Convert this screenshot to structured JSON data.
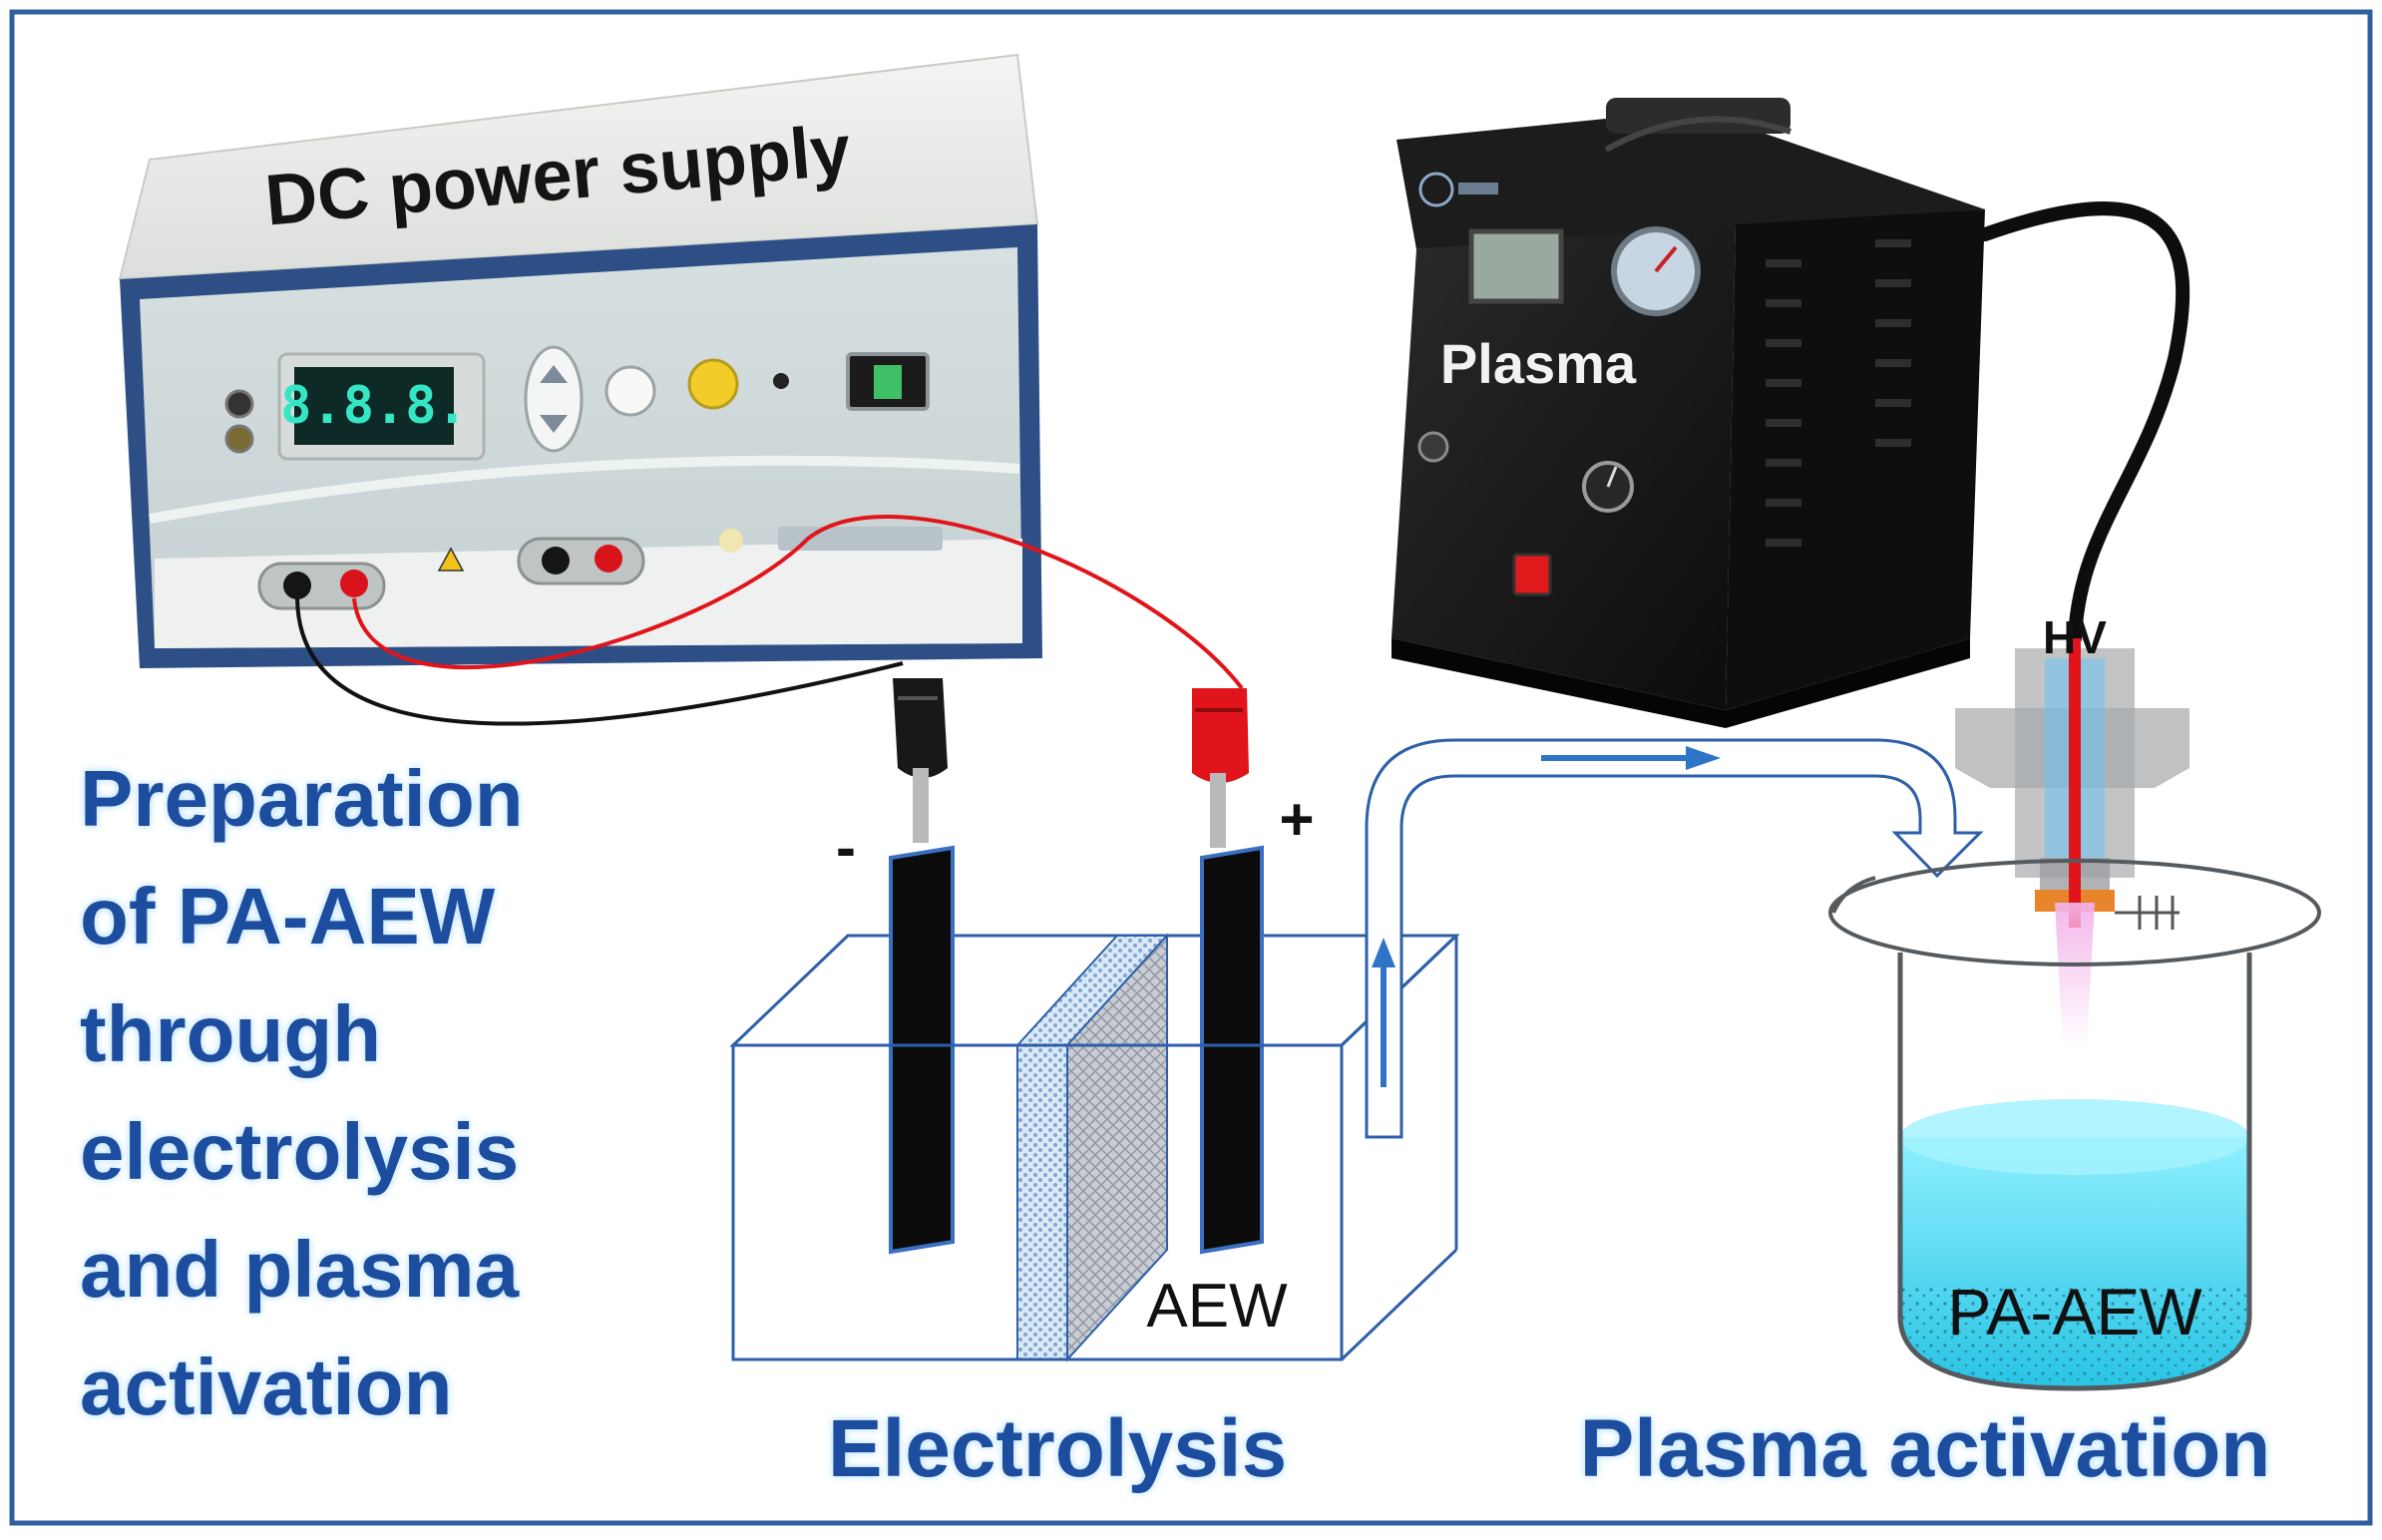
{
  "frame": {
    "border_color": "#2f5f9f"
  },
  "power_supply": {
    "title": "DC power supply",
    "display_value": "8.8.8.",
    "icon": "dc-power-supply-icon"
  },
  "plasma_device": {
    "label": "Plasma",
    "icon": "plasma-generator-icon"
  },
  "hv_label": "HV",
  "electrode_polarity": {
    "negative": "-",
    "positive": "+"
  },
  "electrolysis_cell": {
    "product_label": "AEW",
    "caption": "Electrolysis"
  },
  "beaker": {
    "product_label": "PA-AEW",
    "caption": "Plasma activation"
  },
  "description": {
    "lines": [
      "Preparation",
      "of PA-AEW",
      "through",
      "electrolysis",
      "and plasma",
      "activation"
    ]
  },
  "colors": {
    "heading_blue": "#1f4e9e",
    "outline_blue": "#2e5fa8",
    "flow_arrow": "#2e75c8",
    "wire_red": "#e0141a",
    "wire_black": "#111111",
    "liquid_cyan": "#3fd4ee",
    "plasma_pink": "#f0a0e8"
  }
}
